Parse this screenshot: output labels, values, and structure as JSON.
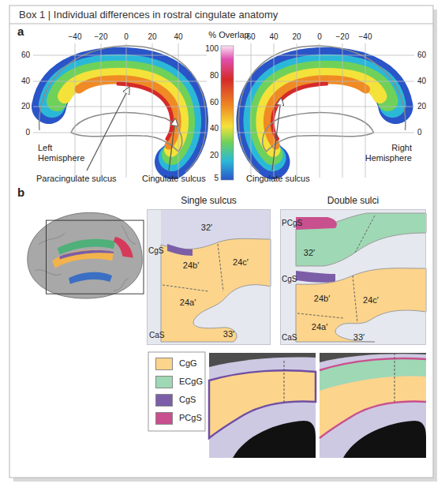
{
  "diagram": {
    "title": "Box 1 | Individual differences in rostral cingulate anatomy",
    "nodes": [
      {
        "text": [
          "Single sulcus"
        ]
      },
      {
        "text": [
          "Double sulci"
        ]
      }
    ],
    "labels": [
      "a",
      "% Overlap",
      "−40",
      "−20",
      "0",
      "20",
      "40",
      "60",
      "40",
      "20",
      "0",
      "100",
      "80",
      "60",
      "40",
      "20",
      "5",
      "60",
      "40",
      "20",
      "0",
      "−20",
      "−40",
      "60",
      "40",
      "20",
      "0",
      "Left Hemisphere",
      "Right Hemisphere",
      "Paracingulate sulcus",
      "Cingulate sulcus",
      "Cingulate sulcus",
      "b",
      "CgS",
      "32′",
      "24b′",
      "24c′",
      "24a′",
      "CaS",
      "33′",
      "PCgS",
      "32′",
      "CgS",
      "24b′",
      "24c′",
      "24a′",
      "CaS",
      "33′"
    ],
    "legend": [
      {
        "text": "CgG",
        "color": "#fcd48b"
      },
      {
        "text": "ECgG",
        "color": "#9fd8b4"
      },
      {
        "text": "CgS",
        "color": "#7b5ea7"
      },
      {
        "text": "PCgS",
        "color": "#c9508e"
      }
    ]
  }
}
